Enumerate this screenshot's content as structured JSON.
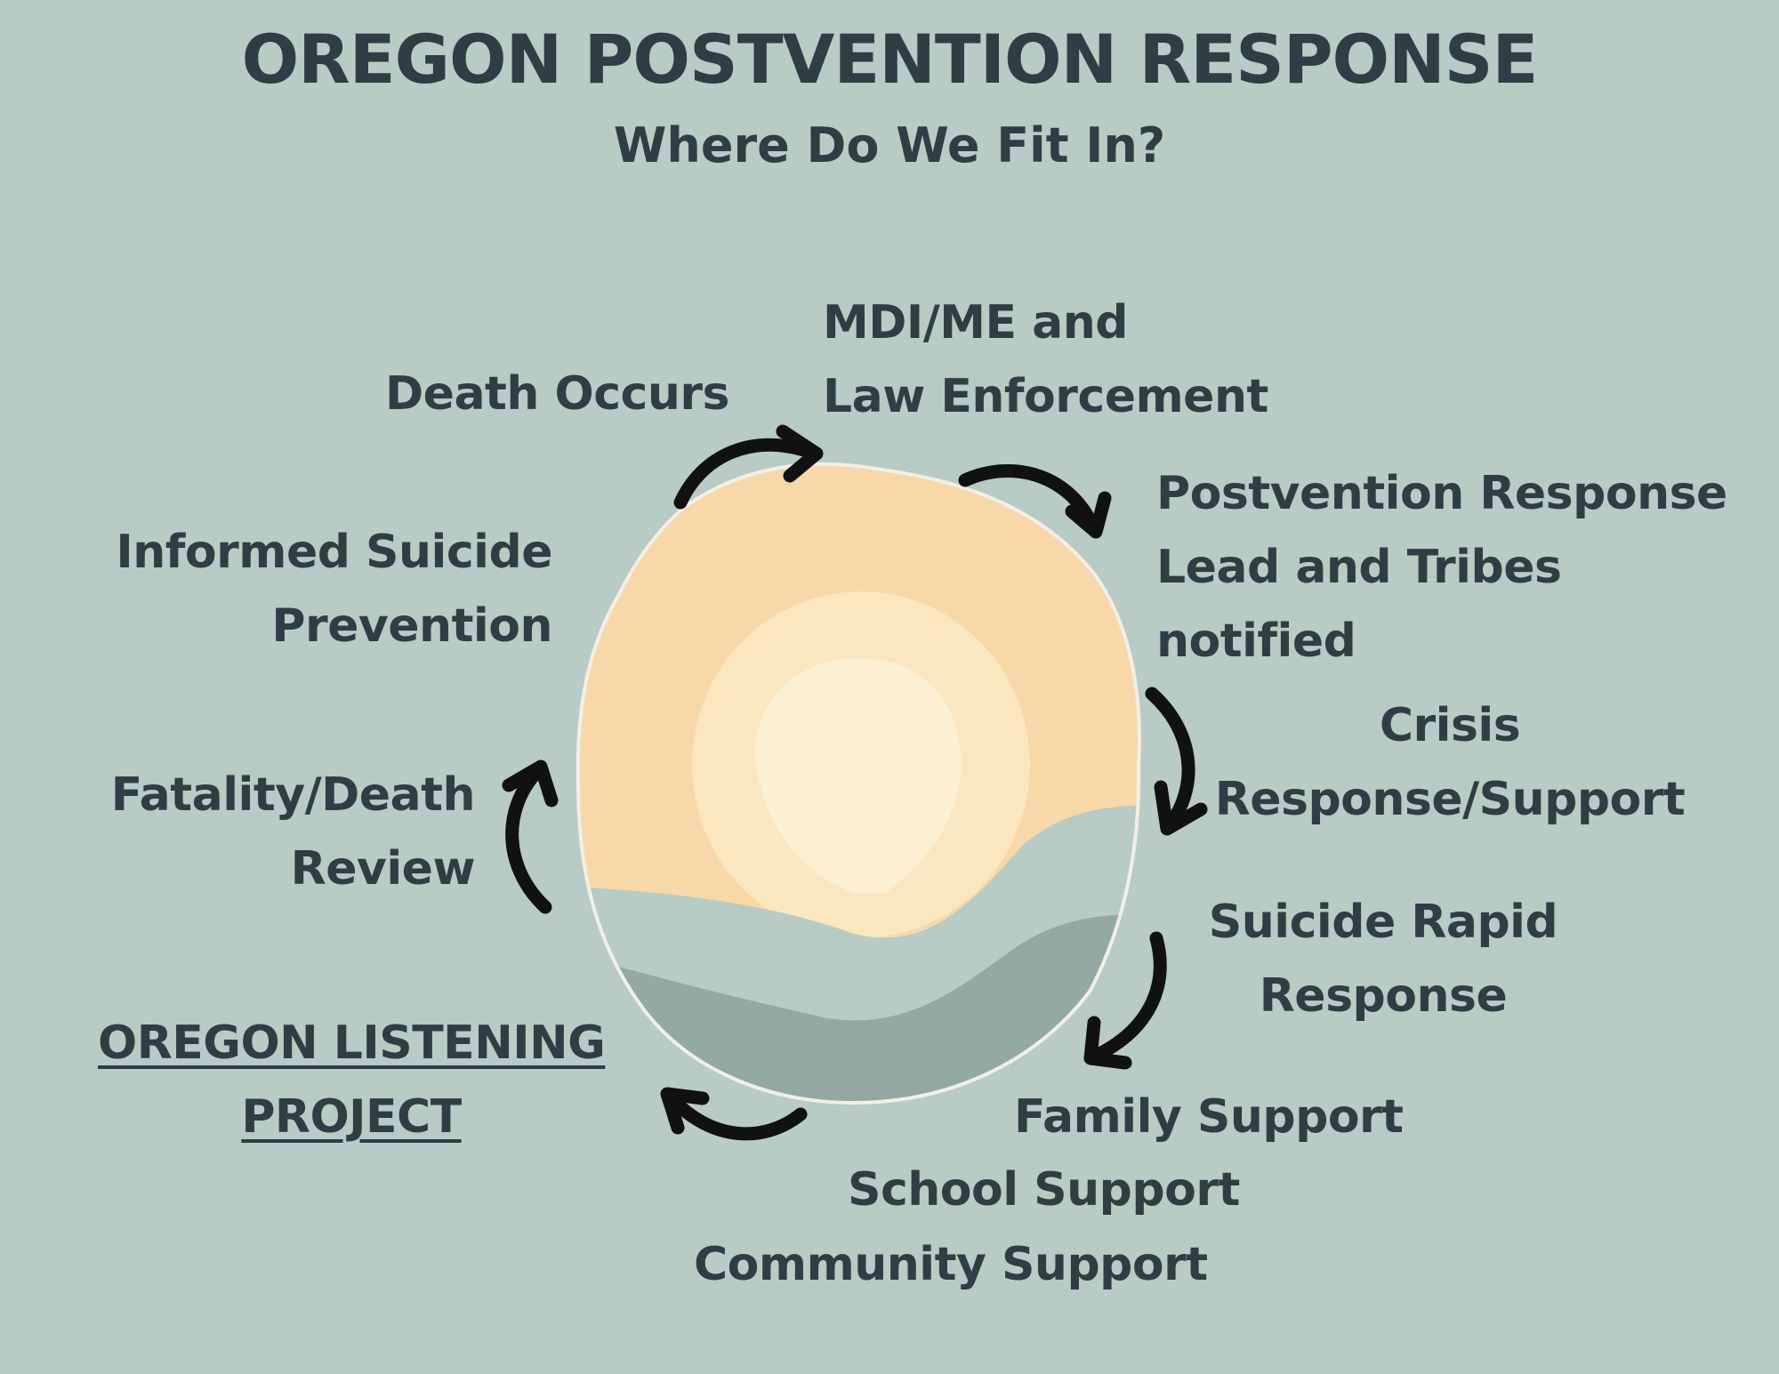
{
  "header": {
    "title": "OREGON POSTVENTION RESPONSE",
    "subtitle": "Where Do We Fit In?"
  },
  "steps": {
    "death_occurs": "Death Occurs",
    "mdi": {
      "line1": "MDI/ME and",
      "line2": "Law Enforcement"
    },
    "postvention_lead": {
      "line1": "Postvention Response",
      "line2": "Lead and Tribes",
      "line3": "notified"
    },
    "crisis": {
      "line1": "Crisis",
      "line2": "Response/Support"
    },
    "rapid": {
      "line1": "Suicide Rapid",
      "line2": "Response"
    },
    "support": {
      "line1": "Family Support",
      "line2": "School Support",
      "line3": "Community Support"
    },
    "listening": {
      "line1": "OREGON LISTENING",
      "line2": "PROJECT"
    },
    "fatality": {
      "line1": "Fatality/Death",
      "line2": "Review"
    },
    "informed": {
      "line1": "Informed Suicide",
      "line2": "Prevention"
    }
  },
  "colors": {
    "background": "#b8cbc5",
    "text": "#2f3e44",
    "sun_outer": "#f8d8a8",
    "sun_mid": "#fae6bf",
    "sun_inner": "#fcf0d3",
    "wave_light": "#b8cbc5",
    "wave_dark": "#92a9a4",
    "arrow": "#111111"
  },
  "icons": {
    "center": "sunrise-emblem",
    "arrows": "curved-arrow"
  }
}
